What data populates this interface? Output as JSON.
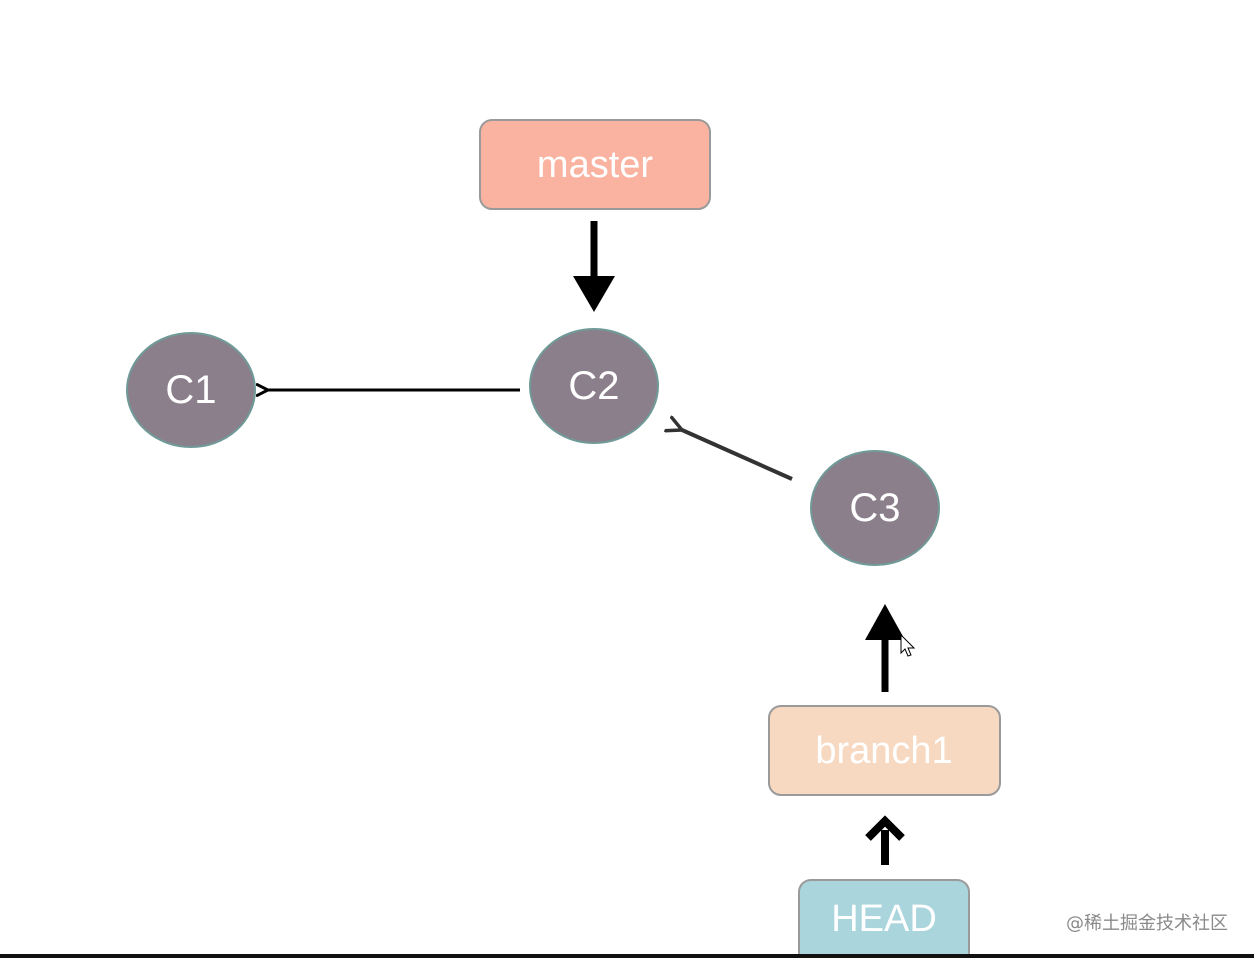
{
  "diagram": {
    "commits": [
      {
        "id": "C1",
        "label": "C1"
      },
      {
        "id": "C2",
        "label": "C2"
      },
      {
        "id": "C3",
        "label": "C3"
      }
    ],
    "refs": [
      {
        "id": "master",
        "label": "master",
        "points_to": "C2"
      },
      {
        "id": "branch1",
        "label": "branch1",
        "points_to": "C3"
      },
      {
        "id": "HEAD",
        "label": "HEAD",
        "points_to": "branch1"
      }
    ],
    "parent_links": [
      {
        "from": "C2",
        "to": "C1"
      },
      {
        "from": "C3",
        "to": "C2"
      }
    ]
  },
  "colors": {
    "commit_fill": "#8c7f8c",
    "commit_stroke": "#6f9a98",
    "master_fill": "#f9b3a0",
    "branch1_fill": "#f7d9c2",
    "head_fill": "#aad5dd",
    "box_stroke": "#9a9a9a",
    "arrow": "#000000",
    "parent_arrow": "#333333"
  },
  "watermark": "@稀土掘金技术社区"
}
